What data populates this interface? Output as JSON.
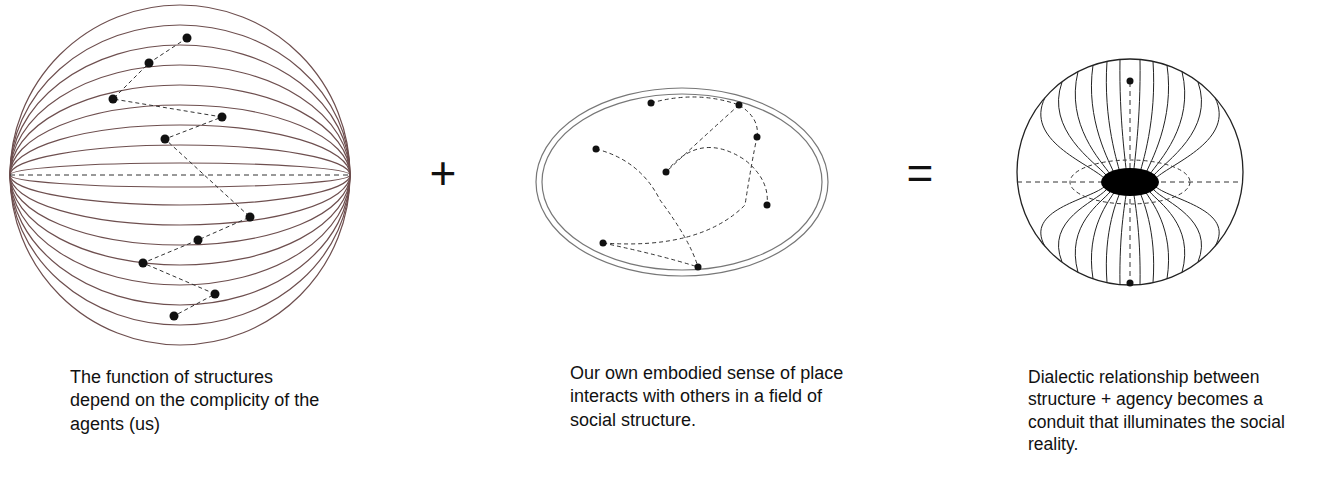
{
  "diagram": {
    "labels": [
      "The function of structures depend on the complicity of the agents (us)",
      "+",
      "Our own embodied sense of place interacts with others in a field of social structure.",
      "=",
      "Dialectic relationship between structure + agency becomes a conduit that illuminates the social reality."
    ]
  }
}
